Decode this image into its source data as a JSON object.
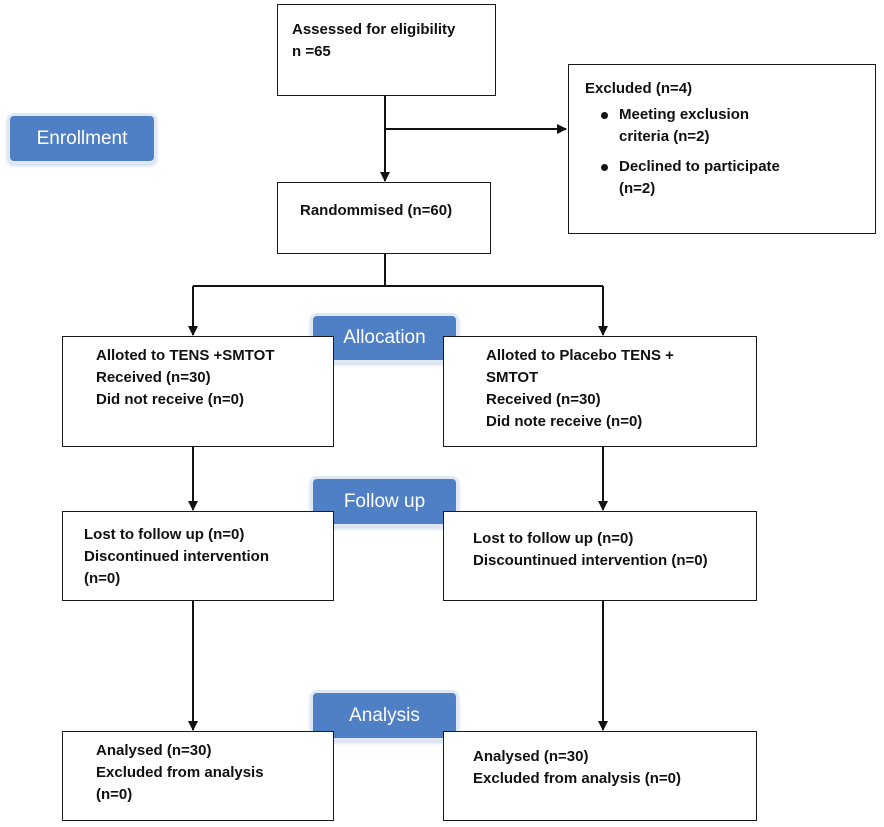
{
  "stages": {
    "enrollment": "Enrollment",
    "allocation": "Allocation",
    "follow_up": "Follow up",
    "analysis": "Analysis"
  },
  "assessed": {
    "line1": "Assessed for eligibility",
    "line2": "n =65"
  },
  "excluded": {
    "title": "Excluded (n=4)",
    "items": [
      "Meeting exclusion\ncriteria (n=2)",
      "Declined to participate\n(n=2)"
    ]
  },
  "randomised": {
    "line1": "Randommised (n=60)"
  },
  "allocation_left": {
    "line1": "Alloted to TENS +SMTOT",
    "line2": "Received (n=30)",
    "line3": "Did not receive (n=0)"
  },
  "allocation_right": {
    "line1": "Alloted to Placebo TENS +",
    "line2": "SMTOT",
    "line3": "Received (n=30)",
    "line4": "Did note receive (n=0)"
  },
  "followup_left": {
    "line1": "Lost to follow up (n=0)",
    "line2": "Discontinued intervention",
    "line3": "(n=0)"
  },
  "followup_right": {
    "line1": "Lost to follow up (n=0)",
    "line2": "Discountinued intervention (n=0)"
  },
  "analysis_left": {
    "line1": "Analysed (n=30)",
    "line2": "Excluded from analysis",
    "line3": "(n=0)"
  },
  "analysis_right": {
    "line1": "Analysed (n=30)",
    "line2": "Excluded from analysis (n=0)"
  }
}
